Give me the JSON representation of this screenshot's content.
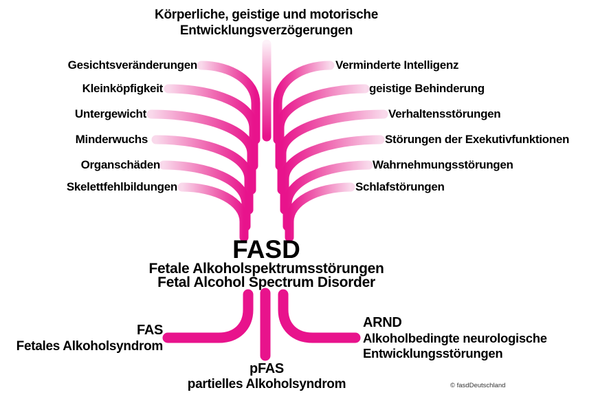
{
  "title": {
    "line1": "Körperliche, geistige und motorische",
    "line2": "Entwicklungsverzögerungen"
  },
  "left_symptoms": [
    "Gesichtsveränderungen",
    "Kleinköpfigkeit",
    "Untergewicht",
    "Minderwuchs",
    "Organschäden",
    "Skelettfehlbildungen"
  ],
  "right_symptoms": [
    "Verminderte Intelligenz",
    "geistige Behinderung",
    "Verhaltensstörungen",
    "Störungen der Exekutivfunktionen",
    "Wahrnehmungsstörungen",
    "Schlafstörungen"
  ],
  "center": {
    "acronym": "FASD",
    "name_de": "Fetale Alkoholspektrumsstörungen",
    "name_en": "Fetal Alcohol Spectrum Disorder"
  },
  "subtypes": {
    "fas": {
      "acronym": "FAS",
      "name": "Fetales Alkoholsyndrom"
    },
    "pfas": {
      "acronym": "pFAS",
      "name": "partielles Alkoholsyndrom"
    },
    "arnd": {
      "acronym": "ARND",
      "name_line1": "Alkoholbedingte neurologische",
      "name_line2": "Entwicklungsstörungen"
    }
  },
  "footer": {
    "copyright": "© fasdDeutschland"
  },
  "colors": {
    "branch_deep": "#E8138C",
    "branch_mid": "#EF68B1",
    "branch_light": "#F9D9EB",
    "trunk_top": "#FDF1F8",
    "text": "#000000",
    "background": "#FFFFFF"
  }
}
